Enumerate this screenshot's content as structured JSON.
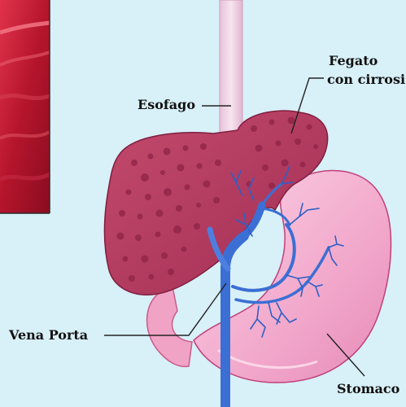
{
  "labels": {
    "esophagus": "Esofago",
    "liver_line1": "Fegato",
    "liver_line2": "con cirrosi",
    "portal_vein": "Vena Porta",
    "stomach": "Stomaco"
  },
  "colors": {
    "background": "#d8f0f8",
    "liver": "#b33a5e",
    "liver_spots": "#8e2347",
    "stomach": "#f4b6d2",
    "stomach_outline": "#c0407a",
    "esophagus": "#f0d2e4",
    "portal_vein": "#3b6fd4",
    "inset_tissue": "#b5152c",
    "inset_border": "#2a2a2a"
  }
}
